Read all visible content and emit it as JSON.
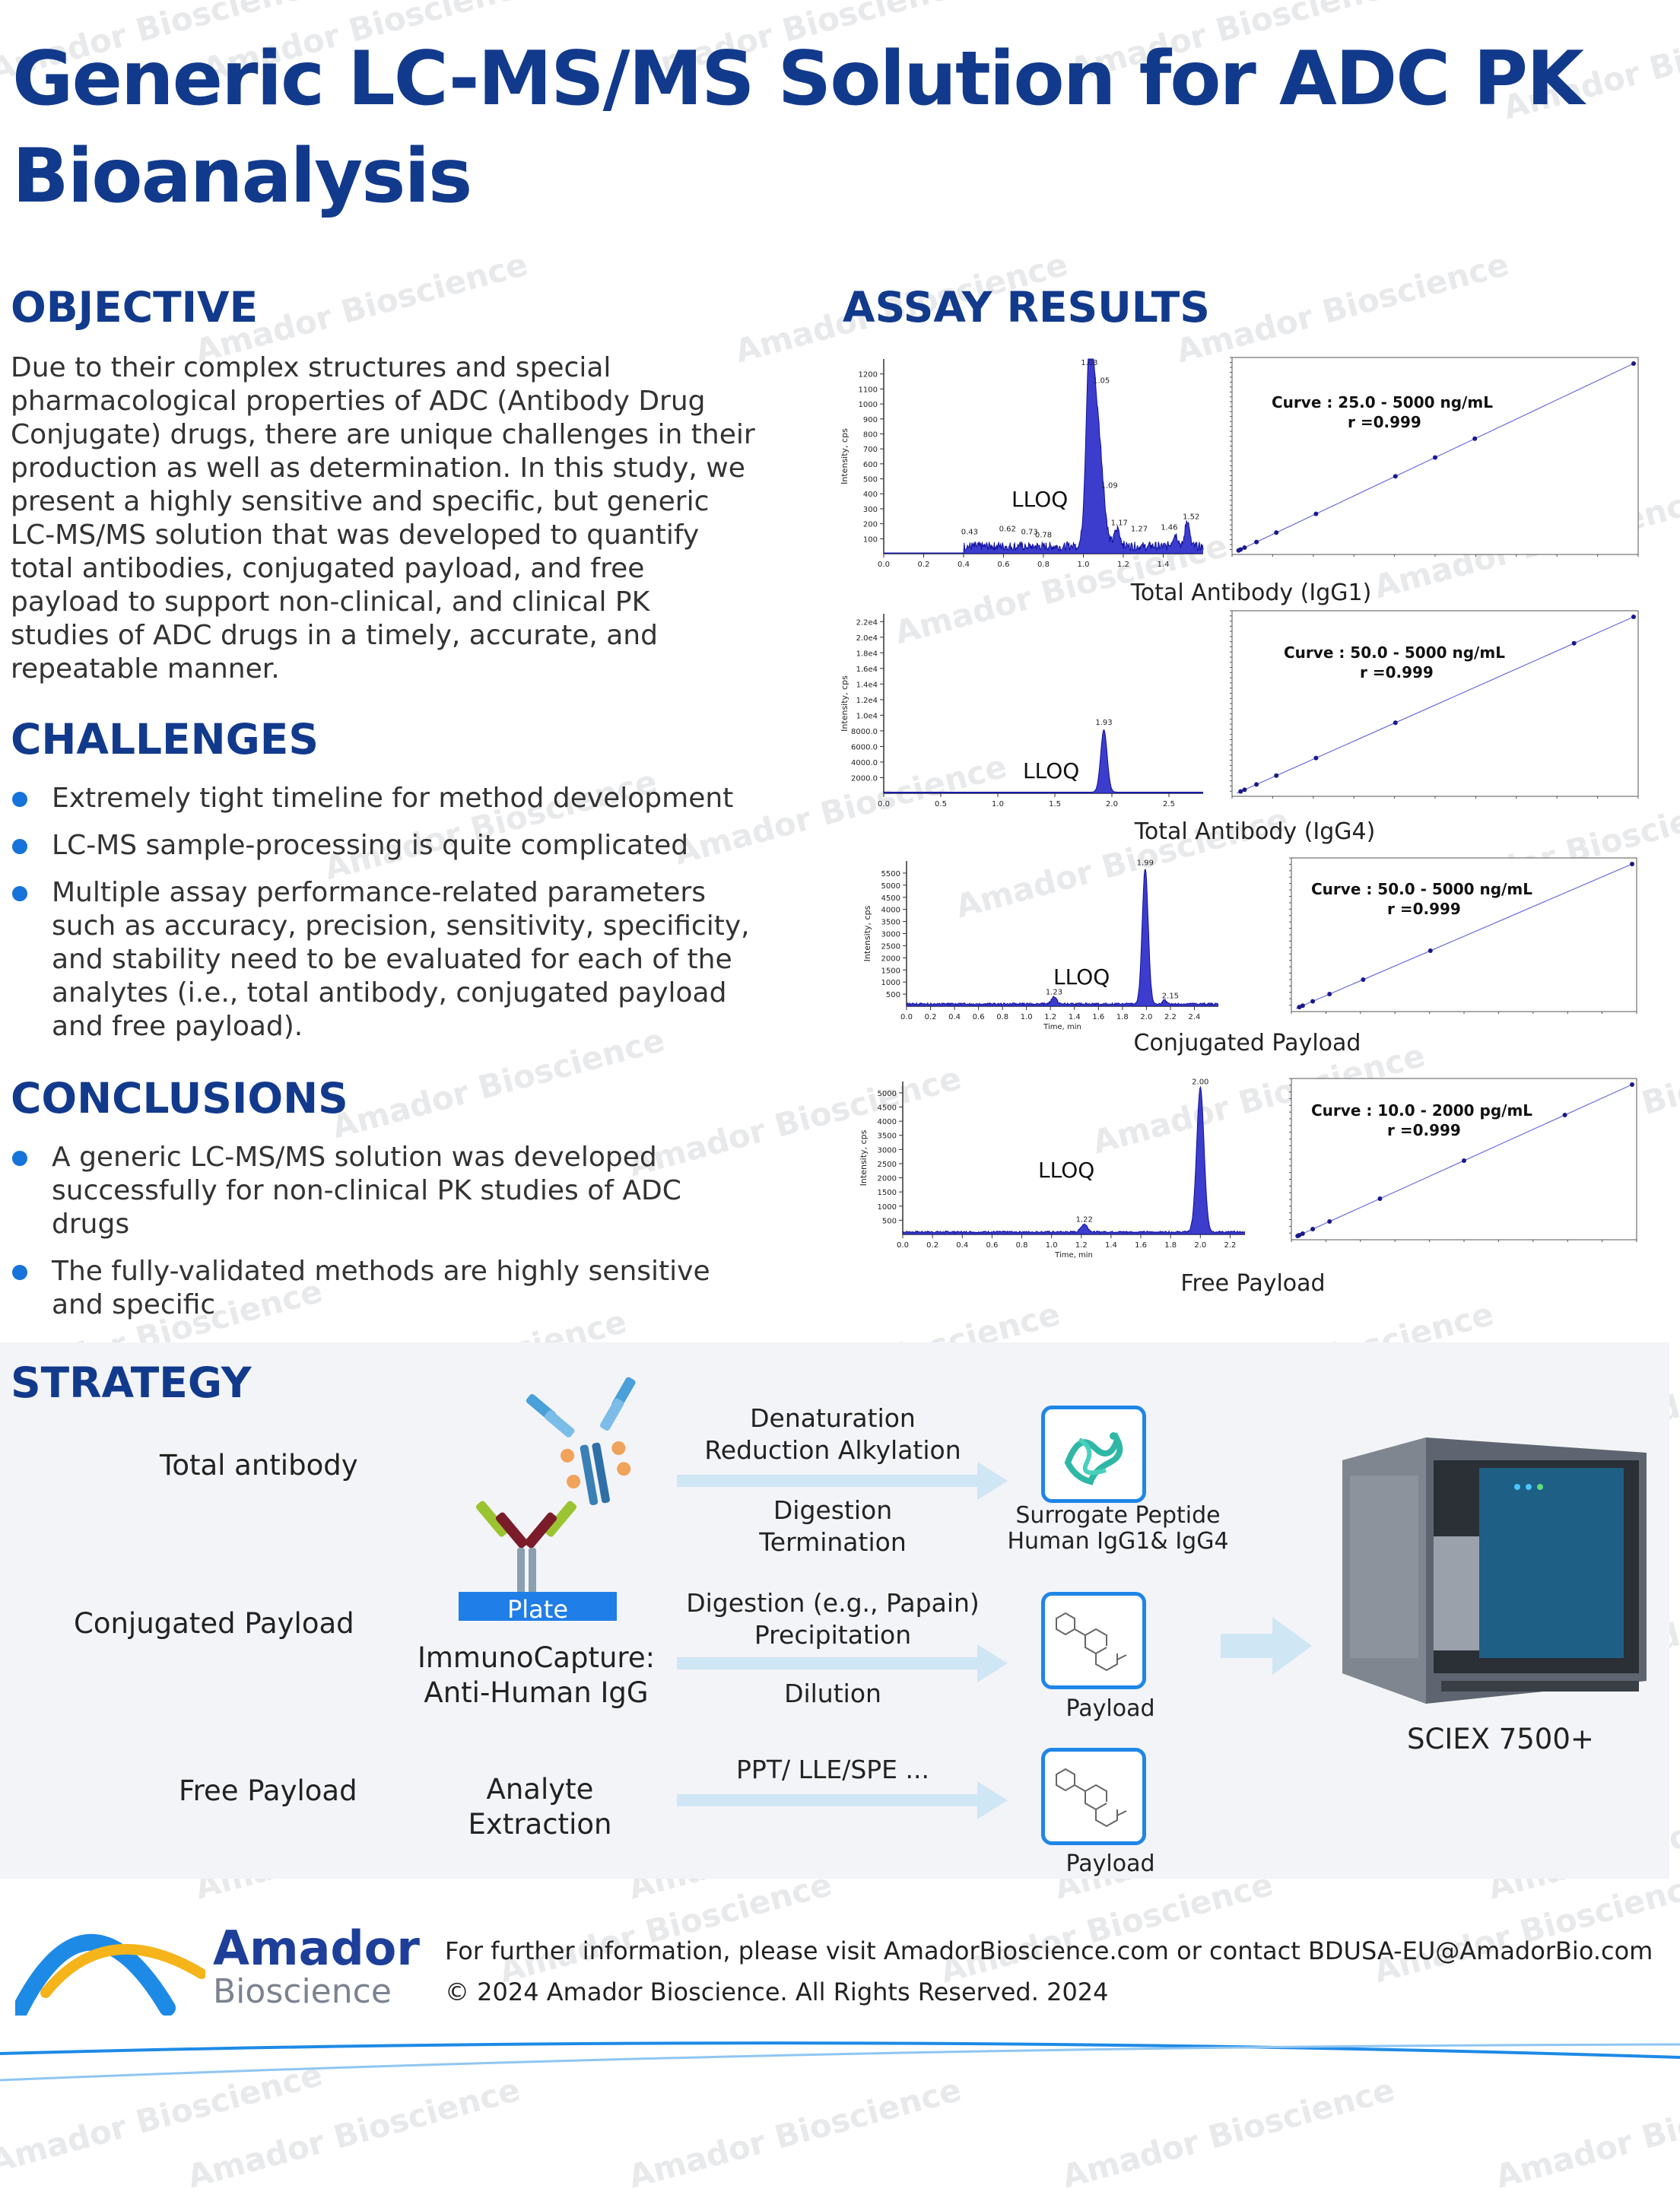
{
  "title": "Generic LC-MS/MS Solution for ADC PK Bioanalysis",
  "watermark": "Amador Bioscience",
  "objective": {
    "heading": "OBJECTIVE",
    "lines": [
      "Due to their complex structures and special",
      "pharmacological properties of ADC (Antibody Drug",
      "Conjugate) drugs, there are unique challenges in their",
      "production as well as determination. In this study, we",
      "present a highly sensitive and specific, but generic",
      "LC-MS/MS solution that was developed to quantify",
      "total antibodies, conjugated payload, and free",
      "payload to support non-clinical, and clinical PK",
      "studies of ADC drugs in a timely, accurate, and",
      "repeatable manner."
    ]
  },
  "challenges": {
    "heading": "CHALLENGES",
    "items": [
      "Extremely tight timeline for method development",
      "LC-MS sample-processing is quite complicated",
      "Multiple assay performance-related parameters such as accuracy, precision, sensitivity, specificity, and stability need to be evaluated for each of the analytes (i.e., total antibody, conjugated payload and free payload)."
    ]
  },
  "conclusions": {
    "heading": "CONCLUSIONS",
    "items": [
      "A generic LC-MS/MS solution was developed successfully for non-clinical PK studies of ADC drugs",
      "The fully-validated methods are highly sensitive and specific"
    ]
  },
  "assay_results": {
    "heading": "ASSAY RESULTS",
    "lloq_label": "LLOQ",
    "panels": [
      {
        "caption": "Total Antibody (IgG1)",
        "curve": "Curve :  25.0 - 5000 ng/mL",
        "r": "r =0.999",
        "peak_labels": [
          "1.03",
          "1.05",
          "1.09",
          "0.43",
          "0.62",
          "0.73",
          "0.78",
          "1.17",
          "1.27",
          "1.46",
          "1.52"
        ]
      },
      {
        "caption": "Total Antibody (IgG4)",
        "curve": "Curve :  50.0 - 5000 ng/mL",
        "r": "r =0.999",
        "peak_labels": [
          "1.93"
        ]
      },
      {
        "caption": "Conjugated Payload",
        "curve": "Curve :  50.0 - 5000 ng/mL",
        "r": "r =0.999",
        "peak_labels": [
          "1.99",
          "1.23",
          "2.15"
        ]
      },
      {
        "caption": "Free Payload",
        "curve": "Curve :  10.0 - 2000 pg/mL",
        "r": "r =0.999",
        "peak_labels": [
          "2.00",
          "1.22"
        ]
      }
    ],
    "y_axis_label": "Intensity, cps",
    "x_axis_label": "Time, min"
  },
  "strategy": {
    "heading": "STRATEGY",
    "rows": [
      "Total antibody",
      "Conjugated Payload",
      "Free Payload"
    ],
    "plate_label": "Plate",
    "immunocapture": [
      "ImmunoCapture:",
      "Anti-Human IgG"
    ],
    "analyte_extraction": [
      "Analyte",
      "Extraction"
    ],
    "steps": {
      "total_top": [
        "Denaturation",
        "Reduction Alkylation"
      ],
      "total_bottom": [
        "Digestion",
        "Termination"
      ],
      "conj_top": [
        "Digestion (e.g., Papain)",
        "Precipitation"
      ],
      "conj_bottom": [
        "Dilution"
      ],
      "free_top": [
        "PPT/ LLE/SPE ..."
      ]
    },
    "outputs": {
      "surrogate": [
        "Surrogate Peptide",
        "Human IgG1& IgG4"
      ],
      "payload1": "Payload",
      "payload2": "Payload"
    },
    "instrument": "SCIEX 7500+"
  },
  "footer": {
    "brand_top": "Amador",
    "brand_bottom": "Bioscience",
    "info": "For further information, please visit AmadorBioscience.com or contact BDUSA-EU@AmadorBio.com",
    "copyright": "© 2024 Amador Bioscience. All Rights Reserved. 2024"
  },
  "colors": {
    "primary": "#123a8c",
    "accent": "#1573d9",
    "peak": "#1a1ac4",
    "arrow": "#cfe6f5"
  }
}
